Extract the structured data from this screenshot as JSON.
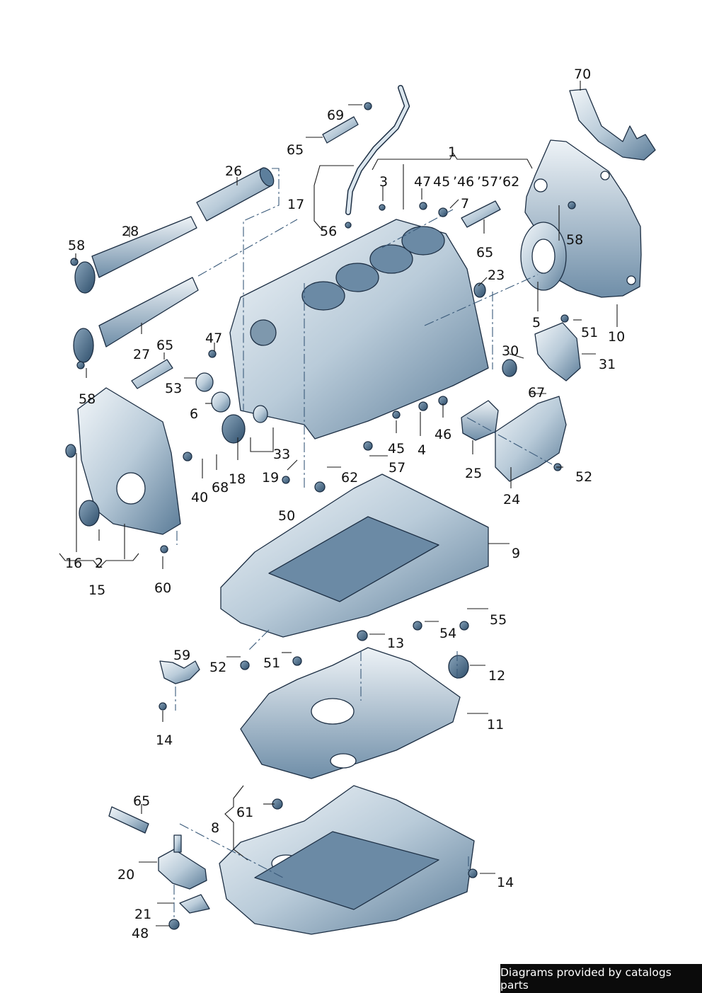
{
  "colors": {
    "part_light": "#e6eef4",
    "part_mid": "#9fb6c8",
    "part_dark": "#3f6383",
    "outline": "#1d2f44",
    "background": "#ffffff"
  },
  "callouts": {
    "c70": "70",
    "c69": "69",
    "c65a": "65",
    "c26": "26",
    "c17": "17",
    "c56": "56",
    "c1": "1",
    "c3": "3",
    "c47a": "47",
    "c45a": "45",
    "c46a": "’46",
    "c57a": "’57",
    "c62a": "’62",
    "c7": "7",
    "c65b": "65",
    "c58a": "58",
    "c28": "28",
    "c58b": "58",
    "c23": "23",
    "c5": "5",
    "c51a": "51",
    "c10": "10",
    "c47b": "47",
    "c65c": "65",
    "c27": "27",
    "c30": "30",
    "c31": "31",
    "c53": "53",
    "c58c": "58",
    "c67": "67",
    "c6": "6",
    "c46b": "46",
    "c45b": "45",
    "c4": "4",
    "c33": "33",
    "c25": "25",
    "c57b": "57",
    "c40": "40",
    "c68": "68",
    "c18": "18",
    "c19": "19",
    "c62b": "62",
    "c52a": "52",
    "c24": "24",
    "c50": "50",
    "c9": "9",
    "c16": "16",
    "c2": "2",
    "c15": "15",
    "c60": "60",
    "c55": "55",
    "c54": "54",
    "c13": "13",
    "c59": "59",
    "c52b": "52",
    "c51b": "51",
    "c12": "12",
    "c11": "11",
    "c14a": "14",
    "c65d": "65",
    "c61": "61",
    "c8": "8",
    "c20": "20",
    "c14b": "14",
    "c21": "21",
    "c48": "48"
  },
  "credit": "Diagrams provided by catalogs parts"
}
